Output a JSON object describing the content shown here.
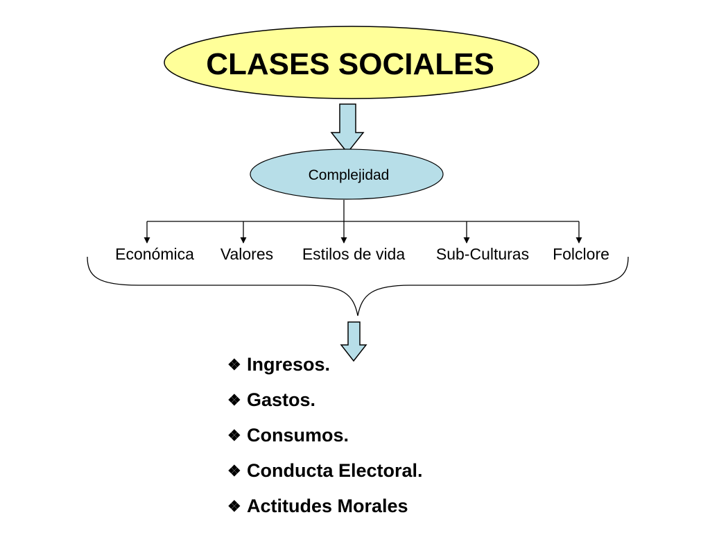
{
  "title": "CLASES SOCIALES",
  "complexity_label": "Complejidad",
  "categories": [
    "Económica",
    "Valores",
    "Estilos de vida",
    "Sub-Culturas",
    "Folclore"
  ],
  "bullets": [
    "Ingresos.",
    "Gastos.",
    "Consumos.",
    "Conducta Electoral.",
    "Actitudes Morales"
  ],
  "bullet_symbol": "❖",
  "colors": {
    "title_fill": "#FFFF99",
    "complexity_fill": "#B7DEE8",
    "arrow_fill": "#B7DEE8",
    "stroke": "#000000"
  }
}
